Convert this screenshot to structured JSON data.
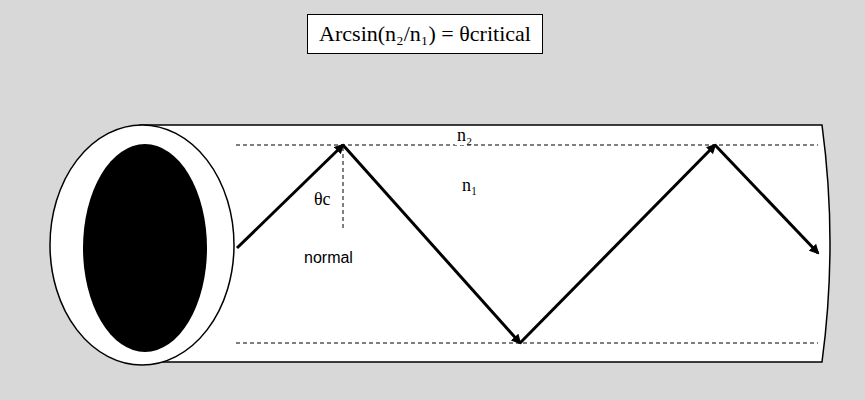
{
  "diagram": {
    "nodes": [
      {
        "text": [
          "Arcsin(n₂/n₁) = θcritical"
        ]
      }
    ],
    "labels": [
      "n₂",
      "n₁",
      "θc",
      "normal"
    ]
  }
}
